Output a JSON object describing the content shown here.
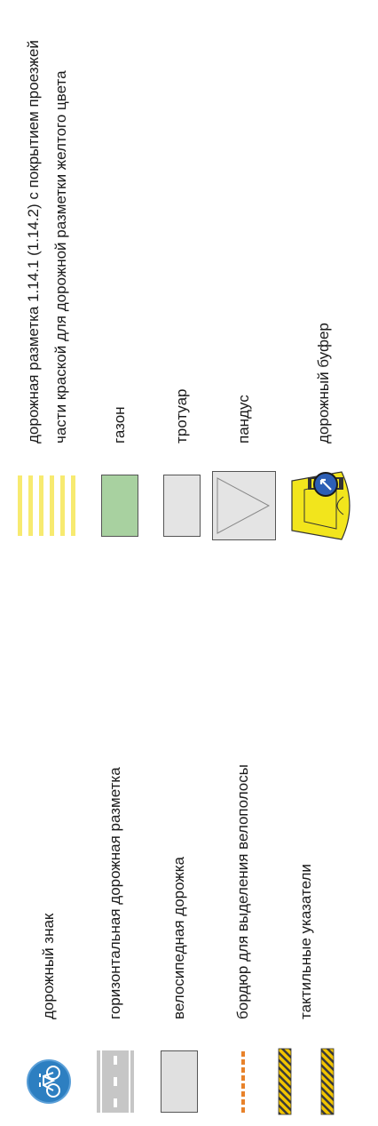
{
  "legend_left": [
    {
      "id": "road-sign",
      "icon": "bicycle-sign-icon",
      "label": "дорожный знак"
    },
    {
      "id": "road-marking",
      "icon": "road-marking-icon",
      "label": "горизонтальная дорожная разметка"
    },
    {
      "id": "bike-path",
      "icon": "bike-path-icon",
      "label": "велосипедная дорожка"
    },
    {
      "id": "bike-curb",
      "icon": "curb-divider-icon",
      "label": "бордюр для выделения велополосы"
    },
    {
      "id": "tactile",
      "icon": "tactile-indicator-icon",
      "label": "тактильные указатели"
    }
  ],
  "legend_right": [
    {
      "id": "yellow-marking",
      "icon": "yellow-zebra-icon",
      "label_lines": [
        "дорожная разметка 1.14.1 (1.14.2) с покрытием проезжей",
        "части краской для дорожной разметки желтого цвета"
      ]
    },
    {
      "id": "lawn",
      "icon": "lawn-icon",
      "label": "газон"
    },
    {
      "id": "sidewalk",
      "icon": "sidewalk-icon",
      "label": "тротуар"
    },
    {
      "id": "ramp",
      "icon": "ramp-icon",
      "label": "пандус"
    },
    {
      "id": "buffer",
      "icon": "road-buffer-icon",
      "label": "дорожный буфер"
    }
  ],
  "colors": {
    "sign_blue": "#2d7fc1",
    "road_gray": "#c6c6c6",
    "lawn_green": "#a8d1a0",
    "curb_orange": "#e8822a",
    "marking_yellow": "#f7ea70",
    "buffer_yellow": "#f2e51c",
    "surface_light": "#e4e4e4"
  }
}
